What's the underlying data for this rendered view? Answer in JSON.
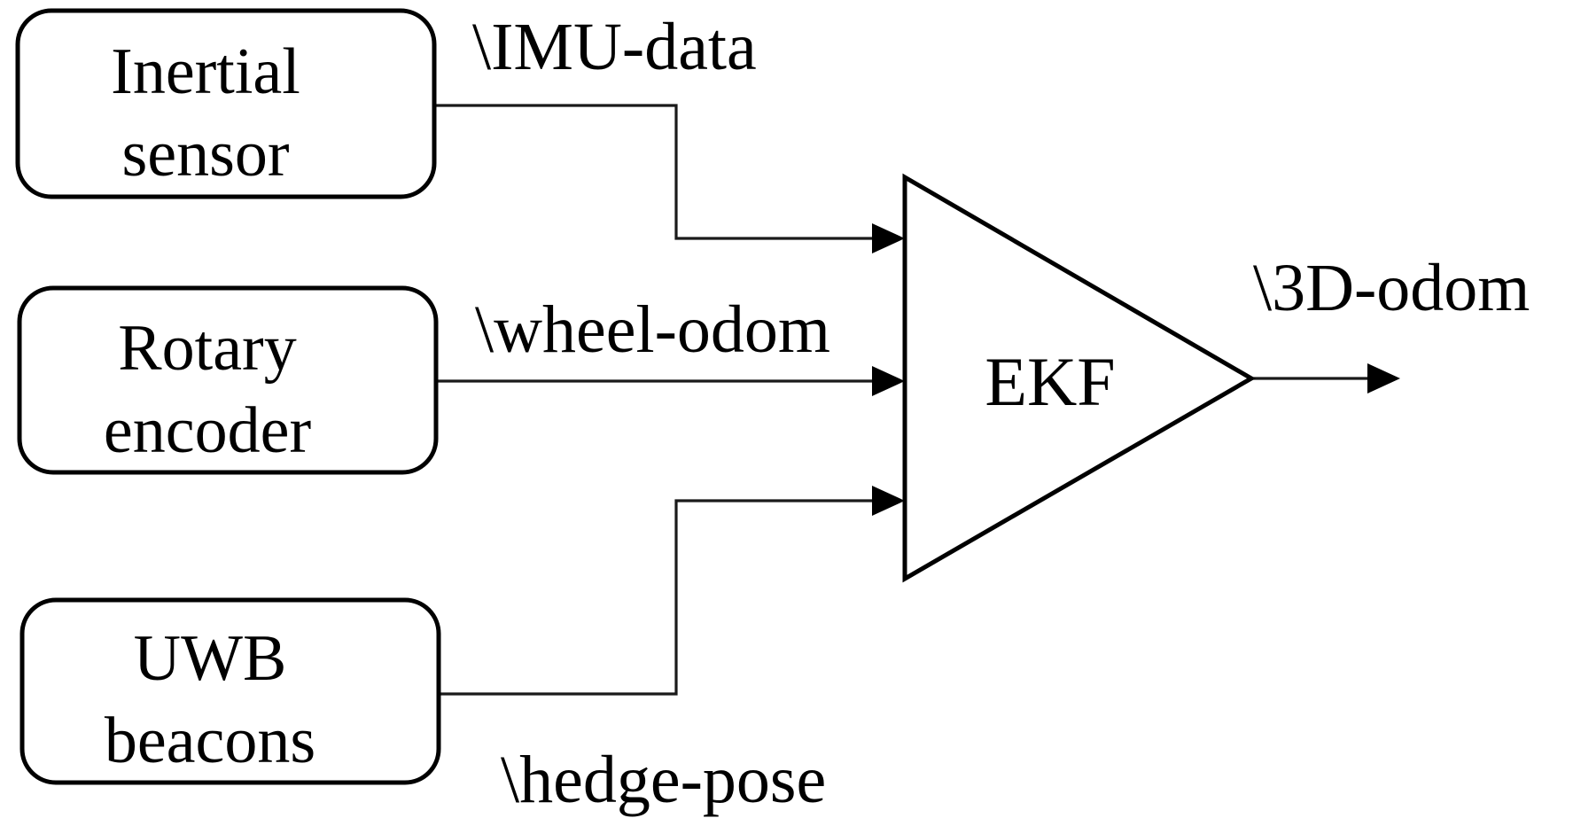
{
  "diagram": {
    "title": "EKF multi-sensor fusion block diagram",
    "type": "block-diagram",
    "background_color": "#ffffff",
    "stroke_color": "#000000",
    "nodes": [
      {
        "id": "inertial-sensor",
        "shape": "rounded-rectangle",
        "line1": "Inertial",
        "line2": "sensor"
      },
      {
        "id": "rotary-encoder",
        "shape": "rounded-rectangle",
        "line1": "Rotary",
        "line2": "encoder"
      },
      {
        "id": "uwb-beacons",
        "shape": "rounded-rectangle",
        "line1": "UWB",
        "line2": "beacons"
      },
      {
        "id": "ekf",
        "shape": "triangle",
        "label": "EKF"
      }
    ],
    "edges": [
      {
        "id": "imu-data",
        "label": "\\IMU-data",
        "from": "inertial-sensor",
        "to": "ekf"
      },
      {
        "id": "wheel-odom",
        "label": "\\wheel-odom",
        "from": "rotary-encoder",
        "to": "ekf"
      },
      {
        "id": "hedge-pose",
        "label": "\\hedge-pose",
        "from": "uwb-beacons",
        "to": "ekf"
      },
      {
        "id": "3d-odom",
        "label": "\\3D-odom",
        "from": "ekf",
        "to": "output"
      }
    ]
  }
}
